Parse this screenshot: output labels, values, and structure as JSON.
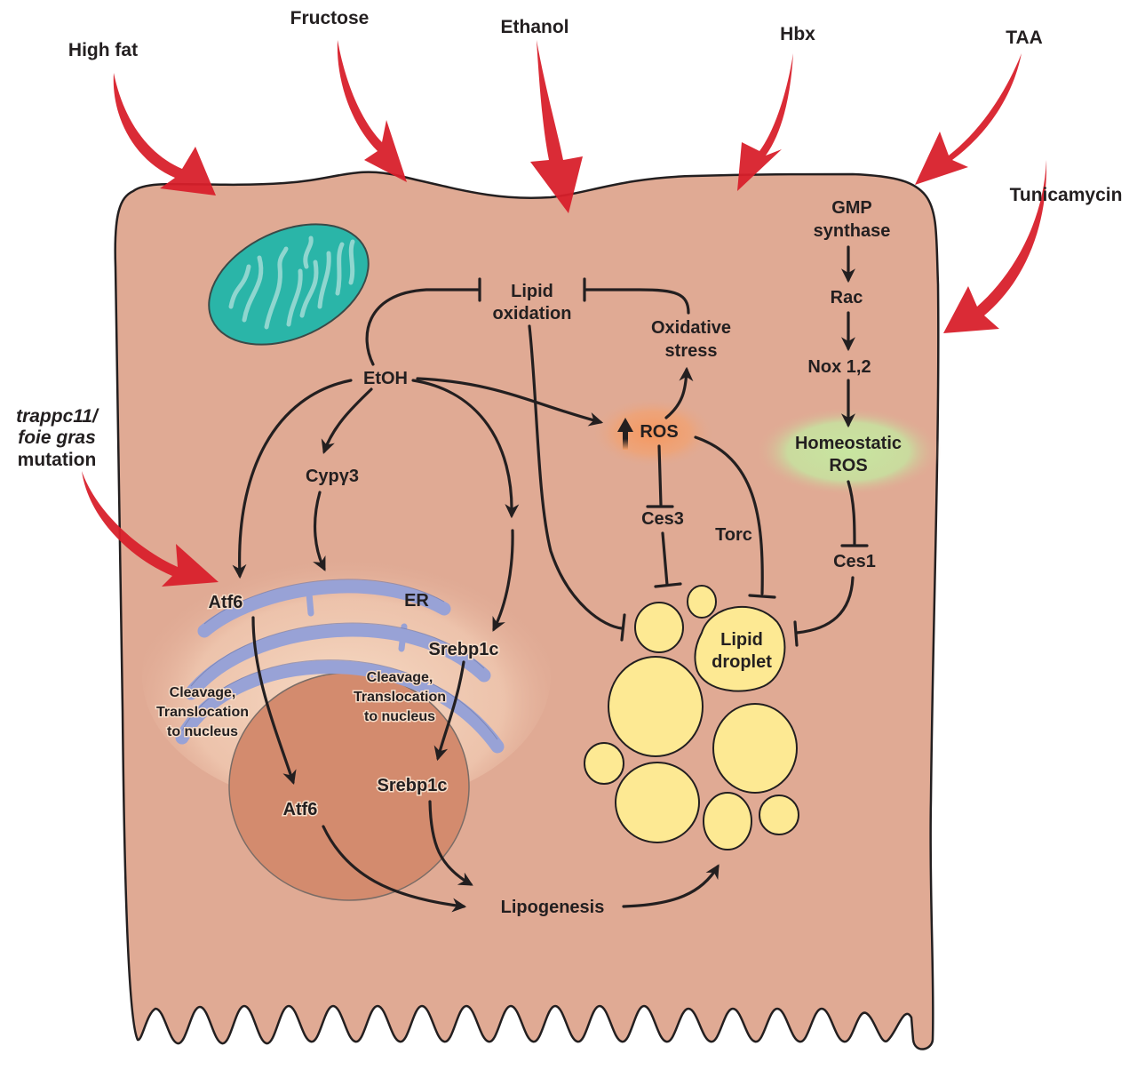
{
  "figure": {
    "type": "cell signaling pathway diagram",
    "colors": {
      "cell": "#e0aa94",
      "nucleus": "#d38b6e",
      "mitochondrion": "#2ab5a8",
      "mito_cristae": "#8fd6cf",
      "er": "#98a2d6",
      "lipid_droplet": "#fde993",
      "ros_glow": "#f5a06a",
      "homeostatic_glow": "#c6e3a0",
      "stress_arrow": "#d8202b",
      "line": "#231f20"
    }
  },
  "external_factors": [
    {
      "id": "high-fat",
      "label": "High fat"
    },
    {
      "id": "fructose",
      "label": "Fructose"
    },
    {
      "id": "ethanol",
      "label": "Ethanol"
    },
    {
      "id": "hbx",
      "label": "Hbx"
    },
    {
      "id": "taa",
      "label": "TAA"
    },
    {
      "id": "tunicamycin",
      "label": "Tunicamycin"
    },
    {
      "id": "mutation",
      "label_line1": "trappc11/",
      "label_line2": "foie gras",
      "label_line3": "mutation"
    }
  ],
  "nodes": {
    "lipid_oxidation": {
      "line1": "Lipid",
      "line2": "oxidation"
    },
    "oxidative_stress": {
      "line1": "Oxidative",
      "line2": "stress"
    },
    "etoh": "EtOH",
    "ros": "ROS",
    "cyp": "Cypγ3",
    "ces3": "Ces3",
    "torc": "Torc",
    "gmp_synthase": {
      "line1": "GMP",
      "line2": "synthase"
    },
    "rac": "Rac",
    "nox": "Nox 1,2",
    "homeostatic_ros": {
      "line1": "Homeostatic",
      "line2": "ROS"
    },
    "ces1": "Ces1",
    "atf6_er": "Atf6",
    "er": "ER",
    "srebp_er": "Srebp1c",
    "cleavage_left": {
      "line1": "Cleavage,",
      "line2": "Translocation",
      "line3": "to nucleus"
    },
    "cleavage_right": {
      "line1": "Cleavage,",
      "line2": "Translocation",
      "line3": "to nucleus"
    },
    "atf6_nucleus": "Atf6",
    "srebp_nucleus": "Srebp1c",
    "lipogenesis": "Lipogenesis",
    "lipid_droplet": {
      "line1": "Lipid",
      "line2": "droplet"
    }
  },
  "edges": [
    {
      "from": "EtOH",
      "to": "Lipid oxidation",
      "type": "inhibit"
    },
    {
      "from": "Oxidative stress",
      "to": "Lipid oxidation",
      "type": "inhibit"
    },
    {
      "from": "EtOH",
      "to": "ROS",
      "type": "activate"
    },
    {
      "from": "ROS",
      "to": "Oxidative stress",
      "type": "activate"
    },
    {
      "from": "EtOH",
      "to": "Cypγ3",
      "type": "activate"
    },
    {
      "from": "EtOH",
      "to": "Atf6",
      "type": "activate"
    },
    {
      "from": "EtOH",
      "to": "Srebp1c",
      "type": "activate"
    },
    {
      "from": "Cypγ3",
      "to": "ER",
      "type": "activate"
    },
    {
      "from": "Lipid oxidation",
      "to": "Lipid droplet",
      "type": "inhibit"
    },
    {
      "from": "ROS",
      "to": "Ces3",
      "type": "inhibit"
    },
    {
      "from": "Ces3",
      "to": "Lipid droplet",
      "type": "inhibit"
    },
    {
      "from": "ROS",
      "to": "Lipid droplet",
      "type": "inhibit",
      "via": "Torc"
    },
    {
      "from": "GMP synthase",
      "to": "Rac",
      "type": "activate"
    },
    {
      "from": "Rac",
      "to": "Nox 1,2",
      "type": "activate"
    },
    {
      "from": "Nox 1,2",
      "to": "Homeostatic ROS",
      "type": "activate"
    },
    {
      "from": "Homeostatic ROS",
      "to": "Ces1",
      "type": "inhibit"
    },
    {
      "from": "Ces1",
      "to": "Lipid droplet",
      "type": "inhibit"
    },
    {
      "from": "Atf6 (ER)",
      "to": "Atf6 (nucleus)",
      "type": "activate"
    },
    {
      "from": "Srebp1c (ER)",
      "to": "Srebp1c (nucleus)",
      "type": "activate"
    },
    {
      "from": "Atf6 (nucleus)",
      "to": "Lipogenesis",
      "type": "activate"
    },
    {
      "from": "Srebp1c (nucleus)",
      "to": "Lipogenesis",
      "type": "activate"
    },
    {
      "from": "Lipogenesis",
      "to": "Lipid droplet",
      "type": "activate"
    }
  ]
}
